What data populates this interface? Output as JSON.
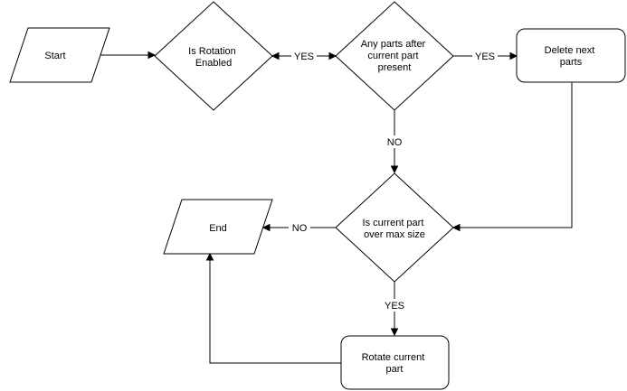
{
  "nodes": {
    "start": {
      "lines": [
        "Start"
      ]
    },
    "rotation": {
      "lines": [
        "Is Rotation",
        "Enabled"
      ]
    },
    "any_parts": {
      "lines": [
        "Any parts after",
        "current part",
        "present"
      ]
    },
    "delete": {
      "lines": [
        "Delete next",
        "parts"
      ]
    },
    "over_max": {
      "lines": [
        "Is current part",
        "over max size"
      ]
    },
    "end": {
      "lines": [
        "End"
      ]
    },
    "rotate": {
      "lines": [
        "Rotate current",
        "part"
      ]
    }
  },
  "edges": {
    "rotation_anyparts": "YES",
    "anyparts_delete": "YES",
    "anyparts_overmax": "NO",
    "overmax_end": "NO",
    "overmax_rotate": "YES"
  },
  "colors": {
    "stroke": "#000000",
    "fill": "#ffffff",
    "background": "#ffffff"
  }
}
